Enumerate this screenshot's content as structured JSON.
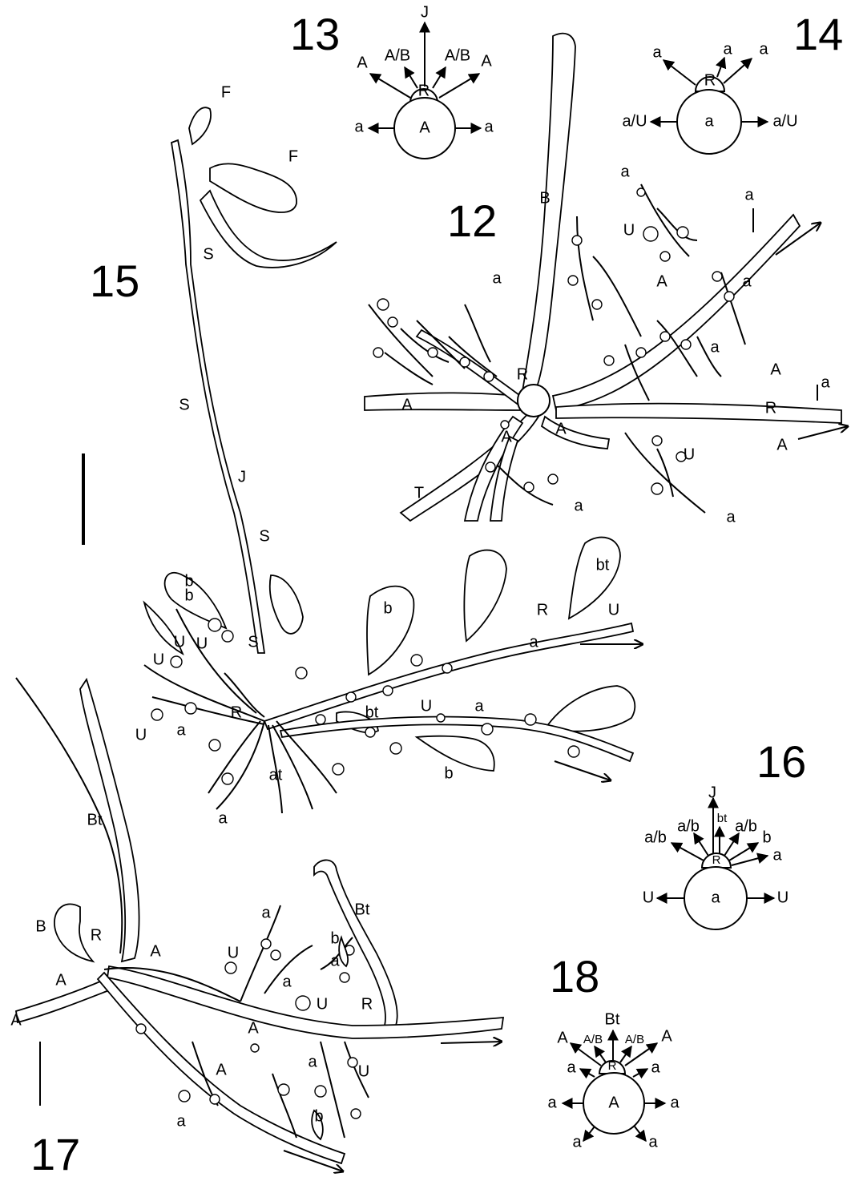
{
  "figures": {
    "fig12": {
      "number": "12",
      "labels": [
        "B",
        "U",
        "A",
        "a",
        "a",
        "a",
        "a",
        "R",
        "A",
        "A",
        "A",
        "a",
        "R",
        "A",
        "A",
        "T",
        "U",
        "a",
        "a",
        "a"
      ]
    },
    "fig13": {
      "number": "13",
      "center": "A",
      "cap": "R",
      "arrows": [
        "J",
        "A/B",
        "A/B",
        "A",
        "A",
        "a",
        "a"
      ]
    },
    "fig14": {
      "number": "14",
      "center": "a",
      "cap": "R",
      "arrows": [
        "a",
        "a",
        "a",
        "a/U",
        "a/U"
      ]
    },
    "fig15": {
      "number": "15",
      "labels": [
        "F",
        "F",
        "S",
        "S",
        "J",
        "S",
        "b",
        "U",
        "U",
        "S",
        "U",
        "R",
        "U",
        "a",
        "at",
        "a",
        "b",
        "R",
        "U",
        "bt",
        "a",
        "b",
        "bt",
        "U",
        "a",
        "b"
      ]
    },
    "fig16": {
      "number": "16",
      "center": "a",
      "cap": "R",
      "arrows": [
        "J",
        "a/b",
        "bt",
        "a/b",
        "a/b",
        "b",
        "a",
        "U",
        "U"
      ]
    },
    "fig17": {
      "number": "17",
      "labels": [
        "Bt",
        "B",
        "R",
        "A",
        "A",
        "A",
        "a",
        "U",
        "a",
        "U",
        "a",
        "b",
        "Bt",
        "R",
        "A",
        "a",
        "U",
        "A",
        "a",
        "b"
      ]
    },
    "fig18": {
      "number": "18",
      "center": "A",
      "cap": "R",
      "arrows": [
        "Bt",
        "A/B",
        "A/B",
        "A",
        "A",
        "a",
        "a",
        "a",
        "a",
        "a",
        "a"
      ]
    }
  }
}
